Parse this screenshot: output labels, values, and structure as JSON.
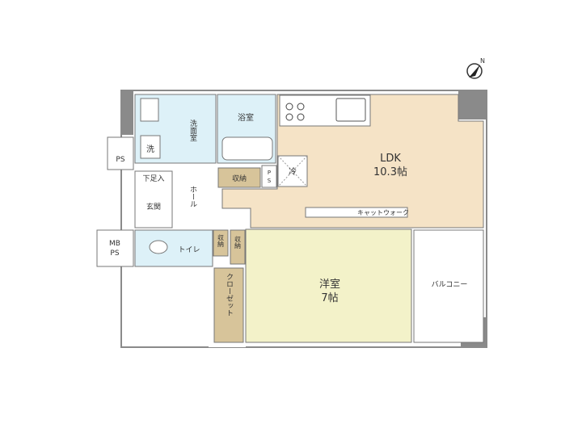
{
  "colors": {
    "wall": "#8a8a8a",
    "outline": "#9a9a9a",
    "ldk": "#f5e3c6",
    "bedroom": "#f3f2c9",
    "wet": "#ddf1f8",
    "storage": "#d7c49a",
    "floor": "#ffffff",
    "balcony": "#ffffff"
  },
  "compass_icon": "north-arrow-icon",
  "rooms": {
    "ldk": {
      "name": "LDK",
      "size": "10.3帖"
    },
    "bedroom": {
      "name": "洋室",
      "size": "7帖"
    },
    "washroom": "洗面室",
    "bath": "浴室",
    "washer": "洗",
    "ps1": "PS",
    "ps2": "PS",
    "shoe_box": "下足入",
    "entrance": "玄関",
    "hall": "ホール",
    "storage1": "収納",
    "fridge": "冷",
    "mbps": "MB\nPS",
    "toilet": "トイレ",
    "storage2": "収納",
    "storage3": "収納",
    "closet": "クローゼット",
    "catwalk": "キャットウォーク",
    "balcony": "バルコニー"
  }
}
